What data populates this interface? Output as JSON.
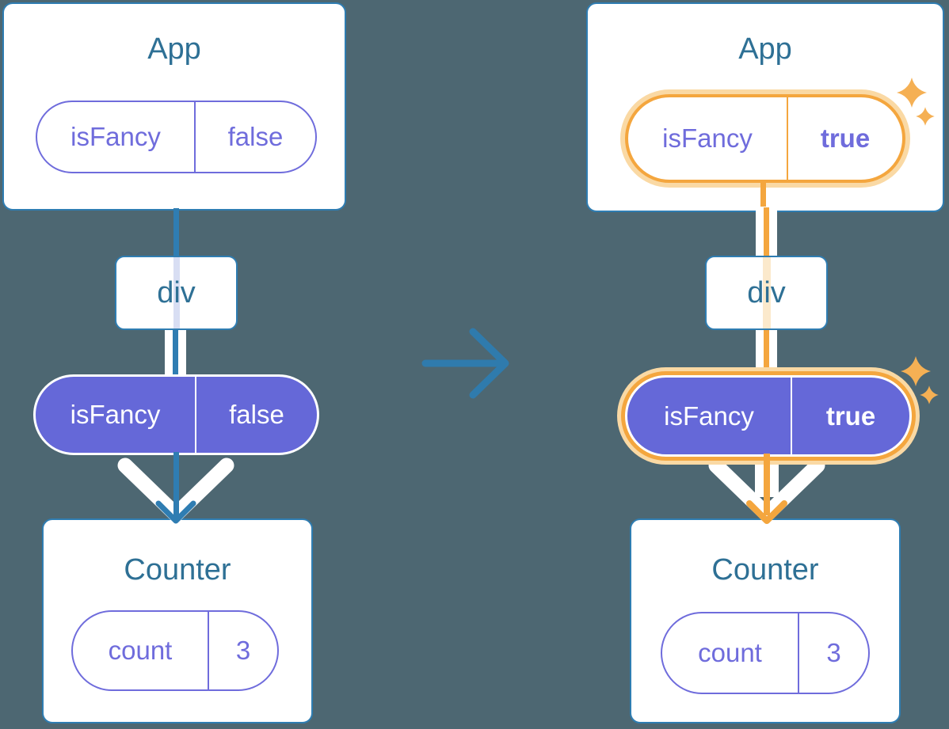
{
  "colors": {
    "bg": "#4D6772",
    "white": "#ffffff",
    "line-blue": "#2F7DB2",
    "title": "#2E7095",
    "purple": "#6F6CDC",
    "purple-fill": "#6568D8",
    "lavender": "#D8DEF3",
    "orange": "#F4A63E",
    "orange-pale": "#FAD9A4",
    "peach": "#FBE9CC",
    "sparkle": "#F5B054",
    "arrow-blue": "#2F7BAD"
  },
  "before": {
    "app": {
      "title": "App",
      "prop": {
        "name": "isFancy",
        "value": "false"
      }
    },
    "div": {
      "label": "div"
    },
    "passed_prop": {
      "name": "isFancy",
      "value": "false"
    },
    "counter": {
      "title": "Counter",
      "state": {
        "name": "count",
        "value": "3"
      }
    }
  },
  "after": {
    "app": {
      "title": "App",
      "prop": {
        "name": "isFancy",
        "value": "true"
      }
    },
    "div": {
      "label": "div"
    },
    "passed_prop": {
      "name": "isFancy",
      "value": "true"
    },
    "counter": {
      "title": "Counter",
      "state": {
        "name": "count",
        "value": "3"
      }
    }
  },
  "icons": {
    "transition_arrow": "→",
    "sparkle": "✦"
  }
}
